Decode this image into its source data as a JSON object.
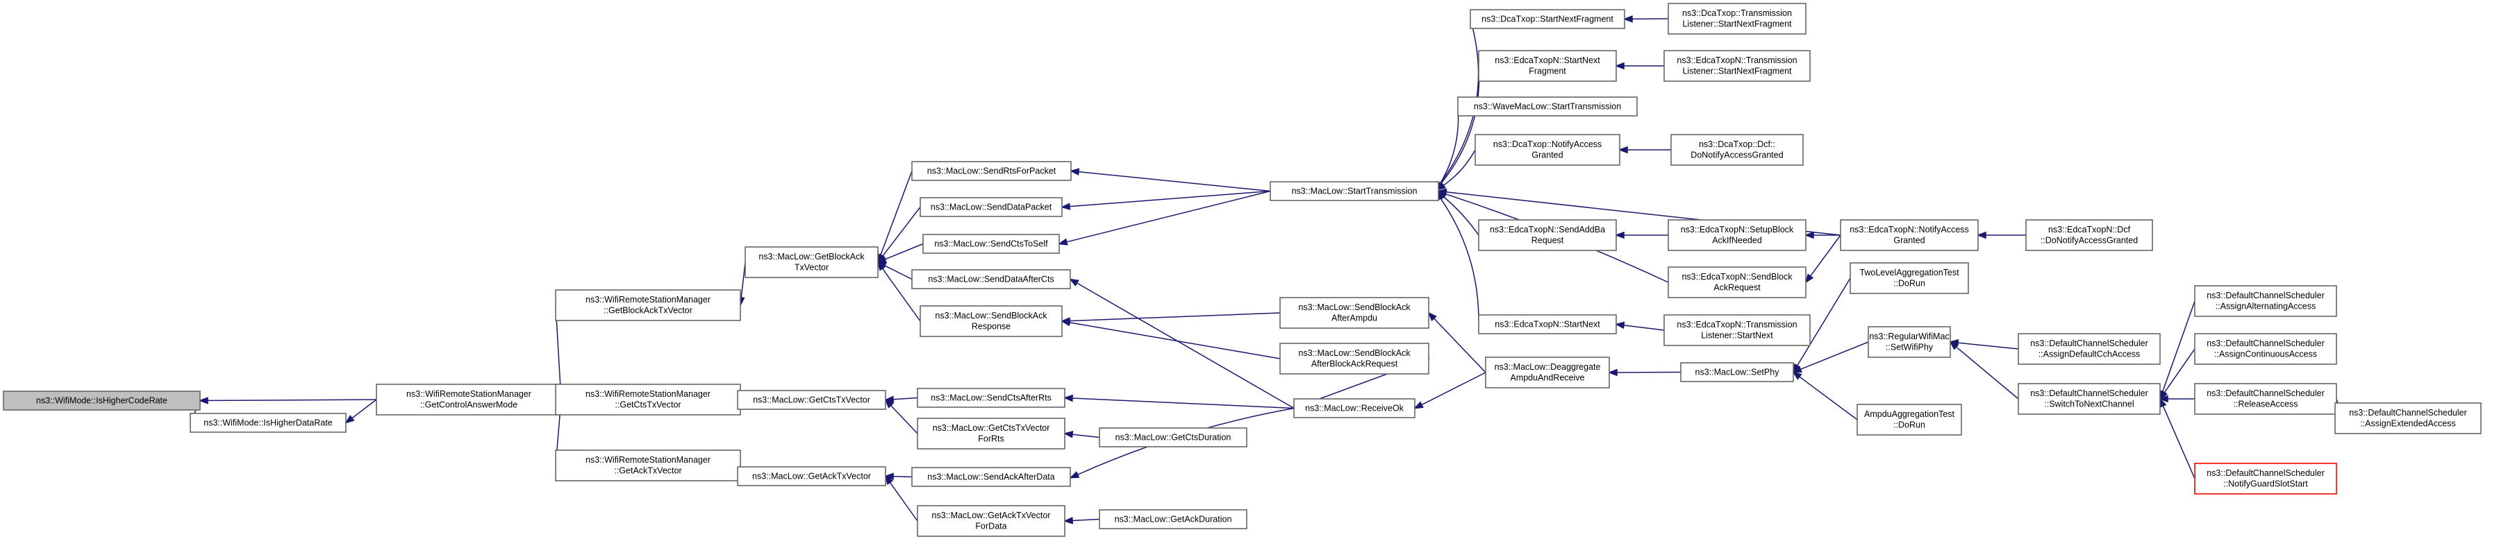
{
  "nodes": [
    {
      "id": "n0",
      "lines": [
        "ns3::WifiMode::IsHigherCodeRate"
      ],
      "root": true
    },
    {
      "id": "n1",
      "lines": [
        "ns3::WifiMode::IsHigherDataRate"
      ]
    },
    {
      "id": "n2",
      "lines": [
        "ns3::WifiRemoteStationManager",
        "::GetControlAnswerMode"
      ]
    },
    {
      "id": "n3",
      "lines": [
        "ns3::WifiRemoteStationManager",
        "::GetBlockAckTxVector"
      ]
    },
    {
      "id": "n4",
      "lines": [
        "ns3::WifiRemoteStationManager",
        "::GetCtsTxVector"
      ]
    },
    {
      "id": "n5",
      "lines": [
        "ns3::WifiRemoteStationManager",
        "::GetAckTxVector"
      ]
    },
    {
      "id": "n6",
      "lines": [
        "ns3::MacLow::GetBlockAck",
        "TxVector"
      ]
    },
    {
      "id": "n7",
      "lines": [
        "ns3::MacLow::GetCtsTxVector"
      ]
    },
    {
      "id": "n8",
      "lines": [
        "ns3::MacLow::GetAckTxVector"
      ]
    },
    {
      "id": "n9",
      "lines": [
        "ns3::MacLow::SendRtsForPacket"
      ]
    },
    {
      "id": "n10",
      "lines": [
        "ns3::MacLow::SendDataPacket"
      ]
    },
    {
      "id": "n11",
      "lines": [
        "ns3::MacLow::SendCtsToSelf"
      ]
    },
    {
      "id": "n12",
      "lines": [
        "ns3::MacLow::SendDataAfterCts"
      ]
    },
    {
      "id": "n13",
      "lines": [
        "ns3::MacLow::SendBlockAck",
        "Response"
      ]
    },
    {
      "id": "n14",
      "lines": [
        "ns3::MacLow::SendCtsAfterRts"
      ]
    },
    {
      "id": "n15",
      "lines": [
        "ns3::MacLow::GetCtsTxVector",
        "ForRts"
      ]
    },
    {
      "id": "n16",
      "lines": [
        "ns3::MacLow::SendAckAfterData"
      ]
    },
    {
      "id": "n17",
      "lines": [
        "ns3::MacLow::GetAckTxVector",
        "ForData"
      ]
    },
    {
      "id": "n18",
      "lines": [
        "ns3::MacLow::StartTransmission"
      ]
    },
    {
      "id": "n19",
      "lines": [
        "ns3::MacLow::SendBlockAck",
        "AfterAmpdu"
      ]
    },
    {
      "id": "n20",
      "lines": [
        "ns3::MacLow::SendBlockAck",
        "AfterBlockAckRequest"
      ]
    },
    {
      "id": "n21",
      "lines": [
        "ns3::MacLow::ReceiveOk"
      ]
    },
    {
      "id": "n22",
      "lines": [
        "ns3::MacLow::GetCtsDuration"
      ]
    },
    {
      "id": "n23",
      "lines": [
        "ns3::MacLow::GetAckDuration"
      ]
    },
    {
      "id": "n24",
      "lines": [
        "ns3::DcaTxop::StartNextFragment"
      ]
    },
    {
      "id": "n25",
      "lines": [
        "ns3::EdcaTxopN::StartNext",
        "Fragment"
      ]
    },
    {
      "id": "n26",
      "lines": [
        "ns3::WaveMacLow::StartTransmission"
      ]
    },
    {
      "id": "n27",
      "lines": [
        "ns3::DcaTxop::NotifyAccess",
        "Granted"
      ]
    },
    {
      "id": "n28",
      "lines": [
        "ns3::EdcaTxopN::SendAddBa",
        "Request"
      ]
    },
    {
      "id": "n29",
      "lines": [
        "ns3::EdcaTxopN::StartNext"
      ]
    },
    {
      "id": "n30",
      "lines": [
        "ns3::MacLow::Deaggregate",
        "AmpduAndReceive"
      ]
    },
    {
      "id": "n31",
      "lines": [
        "ns3::DcaTxop::Transmission",
        "Listener::StartNextFragment"
      ]
    },
    {
      "id": "n32",
      "lines": [
        "ns3::EdcaTxopN::Transmission",
        "Listener::StartNextFragment"
      ]
    },
    {
      "id": "n33",
      "lines": [
        "ns3::DcaTxop::Dcf::",
        "DoNotifyAccessGranted"
      ]
    },
    {
      "id": "n34",
      "lines": [
        "ns3::EdcaTxopN::SetupBlock",
        "AckIfNeeded"
      ]
    },
    {
      "id": "n35",
      "lines": [
        "ns3::EdcaTxopN::SendBlock",
        "AckRequest"
      ]
    },
    {
      "id": "n36",
      "lines": [
        "ns3::EdcaTxopN::Transmission",
        "Listener::StartNext"
      ]
    },
    {
      "id": "n37",
      "lines": [
        "ns3::MacLow::SetPhy"
      ]
    },
    {
      "id": "n38",
      "lines": [
        "ns3::EdcaTxopN::NotifyAccess",
        "Granted"
      ]
    },
    {
      "id": "n39",
      "lines": [
        "ns3::EdcaTxopN::Dcf",
        "::DoNotifyAccessGranted"
      ]
    },
    {
      "id": "n40",
      "lines": [
        "TwoLevelAggregationTest",
        "::DoRun"
      ]
    },
    {
      "id": "n41",
      "lines": [
        "ns3::RegularWifiMac",
        "::SetWifiPhy"
      ]
    },
    {
      "id": "n42",
      "lines": [
        "AmpduAggregationTest",
        "::DoRun"
      ]
    },
    {
      "id": "n43",
      "lines": [
        "ns3::DefaultChannelScheduler",
        "::AssignDefaultCchAccess"
      ]
    },
    {
      "id": "n44",
      "lines": [
        "ns3::DefaultChannelScheduler",
        "::SwitchToNextChannel"
      ]
    },
    {
      "id": "n45",
      "lines": [
        "ns3::DefaultChannelScheduler",
        "::AssignAlternatingAccess"
      ]
    },
    {
      "id": "n46",
      "lines": [
        "ns3::DefaultChannelScheduler",
        "::AssignContinuousAccess"
      ]
    },
    {
      "id": "n47",
      "lines": [
        "ns3::DefaultChannelScheduler",
        "::ReleaseAccess"
      ]
    },
    {
      "id": "n48",
      "lines": [
        "ns3::DefaultChannelScheduler",
        "::NotifyGuardSlotStart"
      ],
      "red": true
    },
    {
      "id": "n49",
      "lines": [
        "ns3::DefaultChannelScheduler",
        "::AssignExtendedAccess"
      ]
    }
  ],
  "edges": [
    [
      "n1",
      "n0"
    ],
    [
      "n2",
      "n0"
    ],
    [
      "n2",
      "n1"
    ],
    [
      "n3",
      "n2"
    ],
    [
      "n4",
      "n2"
    ],
    [
      "n5",
      "n2"
    ],
    [
      "n6",
      "n3"
    ],
    [
      "n7",
      "n4"
    ],
    [
      "n8",
      "n5"
    ],
    [
      "n9",
      "n6"
    ],
    [
      "n10",
      "n6"
    ],
    [
      "n11",
      "n6"
    ],
    [
      "n12",
      "n6"
    ],
    [
      "n13",
      "n6"
    ],
    [
      "n14",
      "n7"
    ],
    [
      "n15",
      "n7"
    ],
    [
      "n16",
      "n8"
    ],
    [
      "n17",
      "n8"
    ],
    [
      "n18",
      "n9"
    ],
    [
      "n18",
      "n10"
    ],
    [
      "n18",
      "n11"
    ],
    [
      "n21",
      "n12"
    ],
    [
      "n19",
      "n13"
    ],
    [
      "n20",
      "n13"
    ],
    [
      "n21",
      "n14"
    ],
    [
      "n21",
      "n16"
    ],
    [
      "n22",
      "n15"
    ],
    [
      "n23",
      "n17"
    ],
    [
      "n24",
      "n18"
    ],
    [
      "n25",
      "n18"
    ],
    [
      "n26",
      "n18"
    ],
    [
      "n27",
      "n18"
    ],
    [
      "n28",
      "n18"
    ],
    [
      "n29",
      "n18"
    ],
    [
      "n35",
      "n18"
    ],
    [
      "n38",
      "n18"
    ],
    [
      "n30",
      "n19"
    ],
    [
      "n21",
      "n20"
    ],
    [
      "n30",
      "n21"
    ],
    [
      "n31",
      "n24"
    ],
    [
      "n32",
      "n25"
    ],
    [
      "n33",
      "n27"
    ],
    [
      "n34",
      "n28"
    ],
    [
      "n38",
      "n34"
    ],
    [
      "n38",
      "n35"
    ],
    [
      "n36",
      "n29"
    ],
    [
      "n37",
      "n30"
    ],
    [
      "n39",
      "n38"
    ],
    [
      "n40",
      "n37"
    ],
    [
      "n41",
      "n37"
    ],
    [
      "n42",
      "n37"
    ],
    [
      "n43",
      "n41"
    ],
    [
      "n44",
      "n41"
    ],
    [
      "n45",
      "n44"
    ],
    [
      "n46",
      "n44"
    ],
    [
      "n47",
      "n44"
    ],
    [
      "n48",
      "n44"
    ],
    [
      "n49",
      "n47"
    ]
  ]
}
